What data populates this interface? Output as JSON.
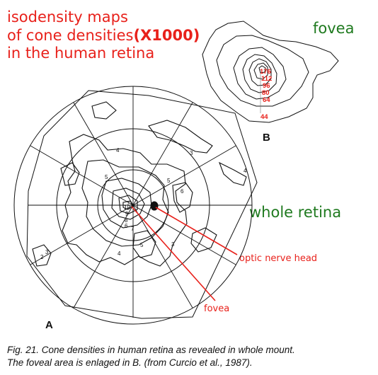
{
  "title": {
    "line1": "isodensity maps",
    "line2_prefix": "of cone densities",
    "line2_factor": "(X1000)",
    "line3": "in the human retina"
  },
  "panel_b": {
    "label": "fovea",
    "letter": "B",
    "contour_values": [
      "176",
      "112",
      "96",
      "80",
      "64",
      "44"
    ]
  },
  "panel_a": {
    "label": "whole retina",
    "letter": "A",
    "optic_nerve_label": "optic nerve head",
    "fovea_label": "fovea",
    "contour_values": [
      "4",
      "3",
      "4",
      "5",
      "6",
      "5",
      "5",
      "3",
      "4",
      "2",
      "3",
      "10",
      "9",
      "8",
      "7",
      "6",
      "7"
    ]
  },
  "caption": {
    "line1": "Fig. 21. Cone densities in human retina as revealed in whole mount.",
    "line2": "The foveal area is enlaged in B. (from Curcio et al., 1987)."
  },
  "colors": {
    "title": "#e8211b",
    "green_labels": "#1f7a1f",
    "pointer_lines": "#e8211b",
    "linework": "#111111"
  }
}
